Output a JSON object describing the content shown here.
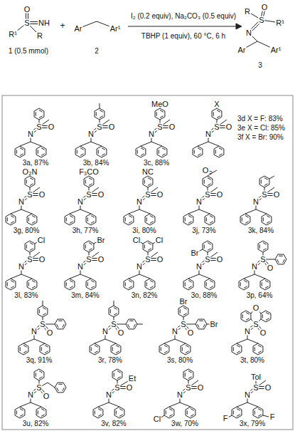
{
  "diagram": {
    "labels": [
      "O",
      "S",
      "NH",
      "R¹",
      "R",
      "1 (0.5 mmol)",
      "+",
      "Ar",
      "Ar¹",
      "2",
      "I₂ (0.2 equiv), Na₂CO₃ (0.5 equiv)",
      "TBHP (1 equiv), 60 °C, 6 h",
      "R",
      "O",
      "R¹",
      "S",
      "N",
      "Ar",
      "Ar¹",
      "3",
      "S",
      "O",
      "N",
      "3a, 87%",
      "S",
      "O",
      "N",
      "3b, 84%",
      "S",
      "O",
      "N",
      "MeO",
      "3c, 88%",
      "S",
      "O",
      "N",
      "X",
      "3d X = F: 83%",
      "3e X = Cl: 85%",
      "3f X = Br: 90%",
      "S",
      "O",
      "N",
      "O₂N",
      "3g, 80%",
      "S",
      "O",
      "N",
      "F₃CO",
      "3h, 77%",
      "S",
      "O",
      "N",
      "NC",
      "3i, 80%",
      "S",
      "O",
      "N",
      "O",
      "3j, 73%",
      "S",
      "O",
      "N",
      "3k, 84%",
      "S",
      "O",
      "N",
      "Cl",
      "3l, 83%",
      "S",
      "O",
      "N",
      "Br",
      "3m, 84%",
      "S",
      "O",
      "N",
      "Cl",
      "Cl",
      "3n, 82%",
      "S",
      "O",
      "N",
      "Br",
      "3o, 88%",
      "S",
      "O",
      "N",
      "3p, 64%",
      "S",
      "O",
      "N",
      "3q, 91%",
      "S",
      "O",
      "N",
      "3r, 78%",
      "S",
      "O",
      "N",
      "Br",
      "Br",
      "3s, 80%",
      "S",
      "O",
      "N",
      "O",
      "3t, 80%",
      "S",
      "O",
      "N",
      "3u, 82%",
      "S",
      "O",
      "N",
      "Et",
      "3v, 82%",
      "S",
      "O",
      "N",
      "Cl",
      "3w, 70%",
      "S",
      "O",
      "N",
      "Tol",
      "F",
      "F",
      "3x, 79%"
    ]
  }
}
